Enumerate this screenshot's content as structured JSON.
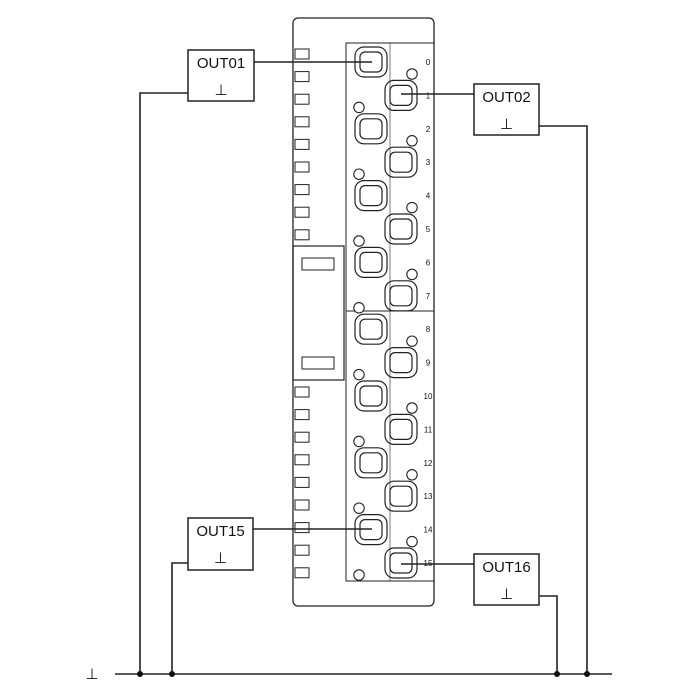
{
  "terminal_numbers": [
    "0",
    "1",
    "2",
    "3",
    "4",
    "5",
    "6",
    "7",
    "8",
    "9",
    "10",
    "11",
    "12",
    "13",
    "14",
    "15"
  ],
  "output_boxes": [
    {
      "label": "OUT01",
      "ground": "⊥"
    },
    {
      "label": "OUT02",
      "ground": "⊥"
    },
    {
      "label": "OUT15",
      "ground": "⊥"
    },
    {
      "label": "OUT16",
      "ground": "⊥"
    }
  ],
  "ground_symbol": "⊥",
  "colors": {
    "stroke": "#222222",
    "background": "#ffffff"
  }
}
